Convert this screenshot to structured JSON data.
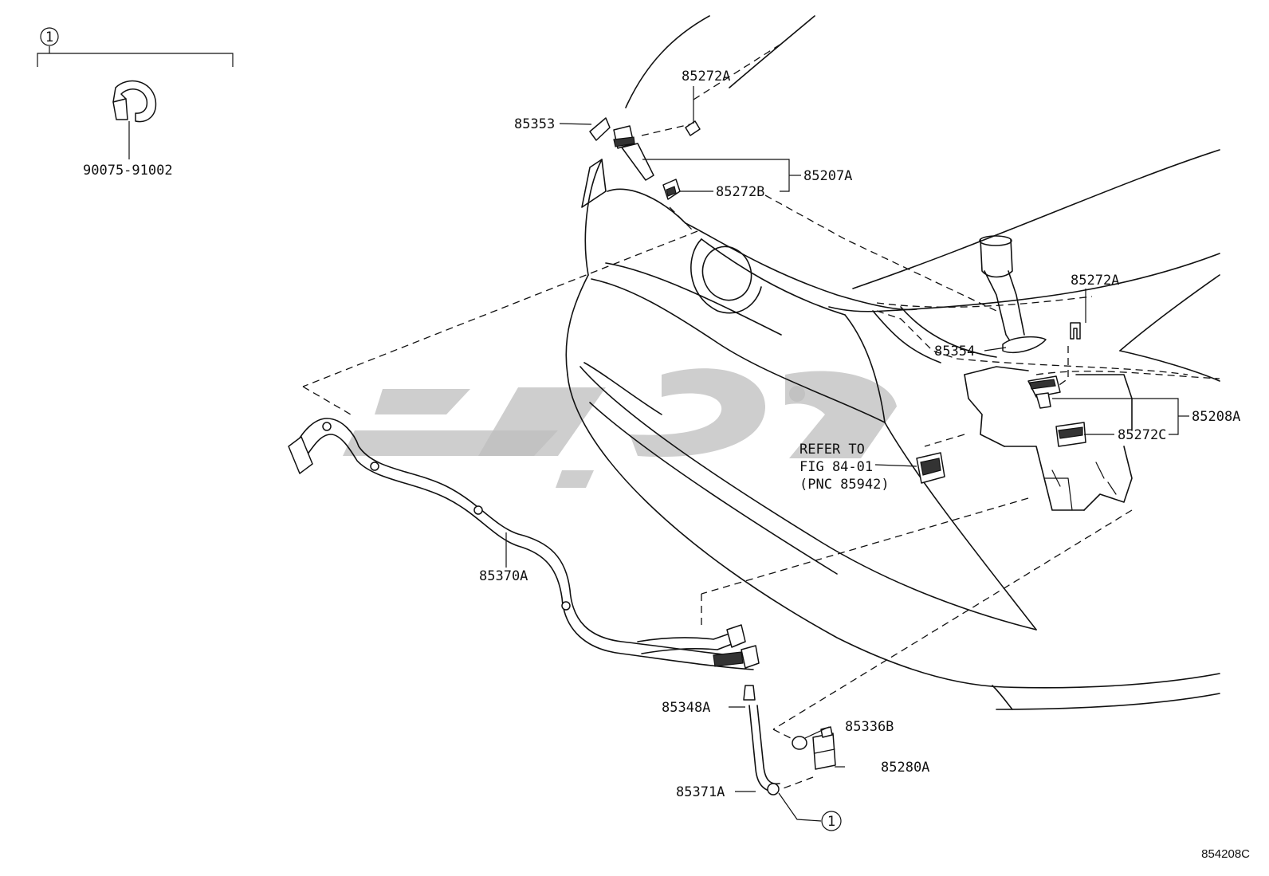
{
  "labels": {
    "p85272A_top": "85272A",
    "p85353": "85353",
    "p85207A": "85207A",
    "p85272B": "85272B",
    "p85272A_right": "85272A",
    "p85354": "85354",
    "p85208A": "85208A",
    "p85272C": "85272C",
    "p85370A": "85370A",
    "p85348A": "85348A",
    "p85336B": "85336B",
    "p85280A": "85280A",
    "p85371A": "85371A",
    "p90075": "90075-91002"
  },
  "callouts": {
    "kit_marker": "1",
    "hose_marker": "1"
  },
  "refer": {
    "line1": "REFER TO",
    "line2": "FIG 84-01",
    "line3": "(PNC 85942)"
  },
  "figure_code": "854208C"
}
